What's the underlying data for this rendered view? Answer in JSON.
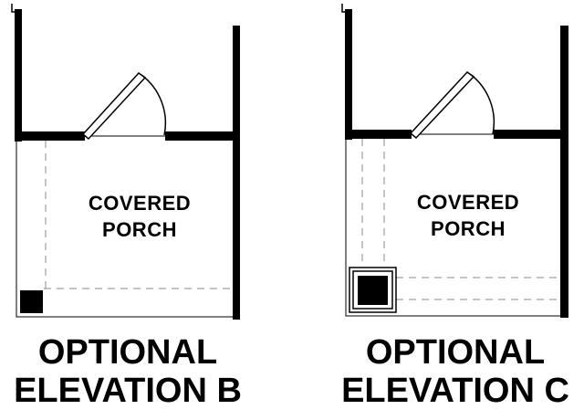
{
  "colors": {
    "wall": "#000000",
    "line": "#000000",
    "dash": "#888888",
    "background": "#ffffff"
  },
  "plans": [
    {
      "name": "elevation-b",
      "room_label_line1": "COVERED",
      "room_label_line2": "PORCH",
      "caption_line1": "OPTIONAL",
      "caption_line2": "ELEVATION B"
    },
    {
      "name": "elevation-c",
      "room_label_line1": "COVERED",
      "room_label_line2": "PORCH",
      "caption_line1": "OPTIONAL",
      "caption_line2": "ELEVATION C"
    }
  ]
}
